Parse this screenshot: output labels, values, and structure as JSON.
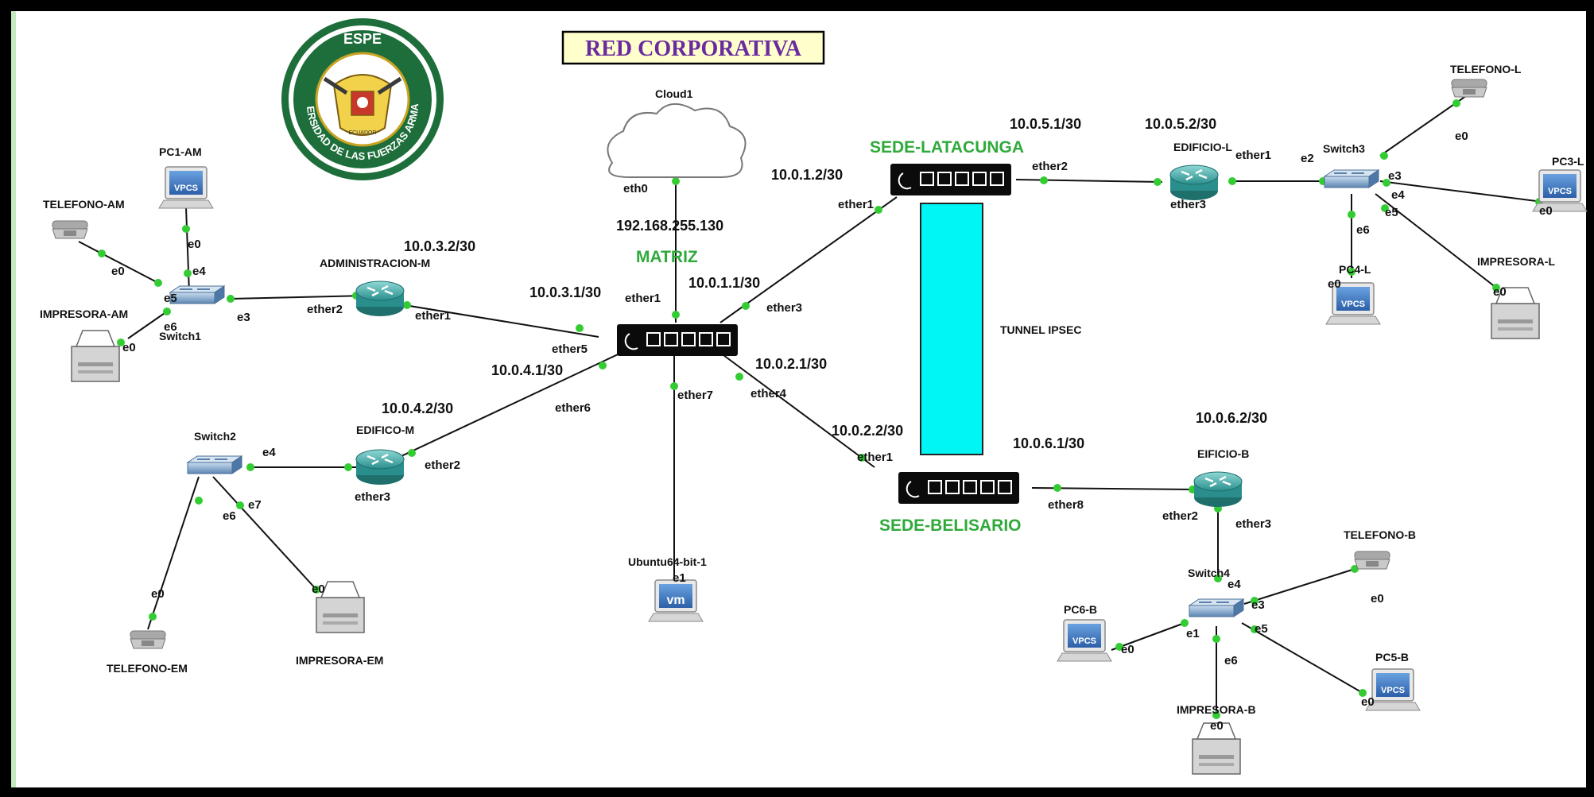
{
  "title": "RED CORPORATIVA",
  "logo": {
    "top_text": "ESPE",
    "ring_text": "UNIVERSIDAD DE LAS FUERZAS ARMADAS",
    "inner_text": "ECUADOR"
  },
  "cloud": {
    "label": "Cloud1",
    "port": "eth0",
    "ip": "192.168.255.130"
  },
  "tunnel": {
    "label": "TUNNEL IPSEC",
    "color": "#00f5f5"
  },
  "sites": {
    "matriz": "MATRIZ",
    "latacunga": "SEDE-LATACUNGA",
    "belisario": "SEDE-BELISARIO"
  },
  "routers": {
    "admin": {
      "name": "ADMINISTRACION-M",
      "ip": "10.0.3.2/30",
      "p_left": "ether2",
      "p_right": "ether1"
    },
    "edificio_m": {
      "name": "EDIFICO-M",
      "ip": "10.0.4.2/30",
      "p_right": "ether2",
      "p_bottom": "ether3"
    },
    "edificio_l": {
      "name": "EDIFICIO-L",
      "ip": "10.0.5.2/30",
      "p_right": "ether1",
      "p_bottom": "ether3"
    },
    "edificio_b": {
      "name": "EIFICIO-B",
      "ip": "10.0.6.2/30",
      "p_left": "ether2",
      "p_right": "ether3"
    }
  },
  "mikrotik_matriz": {
    "ports": {
      "ether1": "ether1",
      "ether3": "ether3",
      "ether4": "ether4",
      "ether5": "ether5",
      "ether6": "ether6",
      "ether7": "ether7"
    },
    "ips": {
      "to_latacunga": "10.0.1.1/30",
      "to_admin": "10.0.3.1/30",
      "to_edificio": "10.0.4.1/30",
      "to_belisario": "10.0.2.1/30"
    }
  },
  "mikrotik_latacunga": {
    "ip_left": "10.0.1.2/30",
    "ip_right": "10.0.5.1/30",
    "p_ether1": "ether1",
    "p_ether2": "ether2"
  },
  "mikrotik_belisario": {
    "ip_top": "10.0.2.2/30",
    "ip_right": "10.0.6.1/30",
    "p_ether1": "ether1",
    "p_ether8": "ether8"
  },
  "switches": {
    "s1": {
      "name": "Switch1",
      "ports": [
        "e0",
        "e4",
        "e5",
        "e6",
        "e3"
      ]
    },
    "s2": {
      "name": "Switch2",
      "ports": [
        "e4",
        "e6",
        "e7"
      ]
    },
    "s3": {
      "name": "Switch3",
      "ports": [
        "e2",
        "e3",
        "e4",
        "e5",
        "e6"
      ]
    },
    "s4": {
      "name": "Switch4",
      "ports": [
        "e4",
        "e3",
        "e1",
        "e5",
        "e6"
      ]
    }
  },
  "hosts": {
    "pc1_am": {
      "name": "PC1-AM",
      "port": "e0",
      "badge": "VPCS"
    },
    "tel_am": {
      "name": "TELEFONO-AM",
      "port": "e0"
    },
    "imp_am": {
      "name": "IMPRESORA-AM",
      "port": "e0"
    },
    "tel_em": {
      "name": "TELEFONO-EM",
      "port": "e0"
    },
    "imp_em": {
      "name": "IMPRESORA-EM",
      "port": "e0"
    },
    "ubuntu": {
      "name": "Ubuntu64-bit-1",
      "port": "e1",
      "badge": "vm"
    },
    "tel_l": {
      "name": "TELEFONO-L",
      "port": "e0"
    },
    "pc3_l": {
      "name": "PC3-L",
      "port": "e0",
      "badge": "VPCS"
    },
    "pc4_l": {
      "name": "PC4-L",
      "port": "e0",
      "badge": "VPCS"
    },
    "imp_l": {
      "name": "IMPRESORA-L",
      "port": "e0"
    },
    "tel_b": {
      "name": "TELEFONO-B",
      "port": "e0"
    },
    "pc6_b": {
      "name": "PC6-B",
      "port": "e0",
      "badge": "VPCS"
    },
    "pc5_b": {
      "name": "PC5-B",
      "port": "e0",
      "badge": "VPCS"
    },
    "imp_b": {
      "name": "IMPRESORA-B",
      "port": "e0"
    }
  }
}
